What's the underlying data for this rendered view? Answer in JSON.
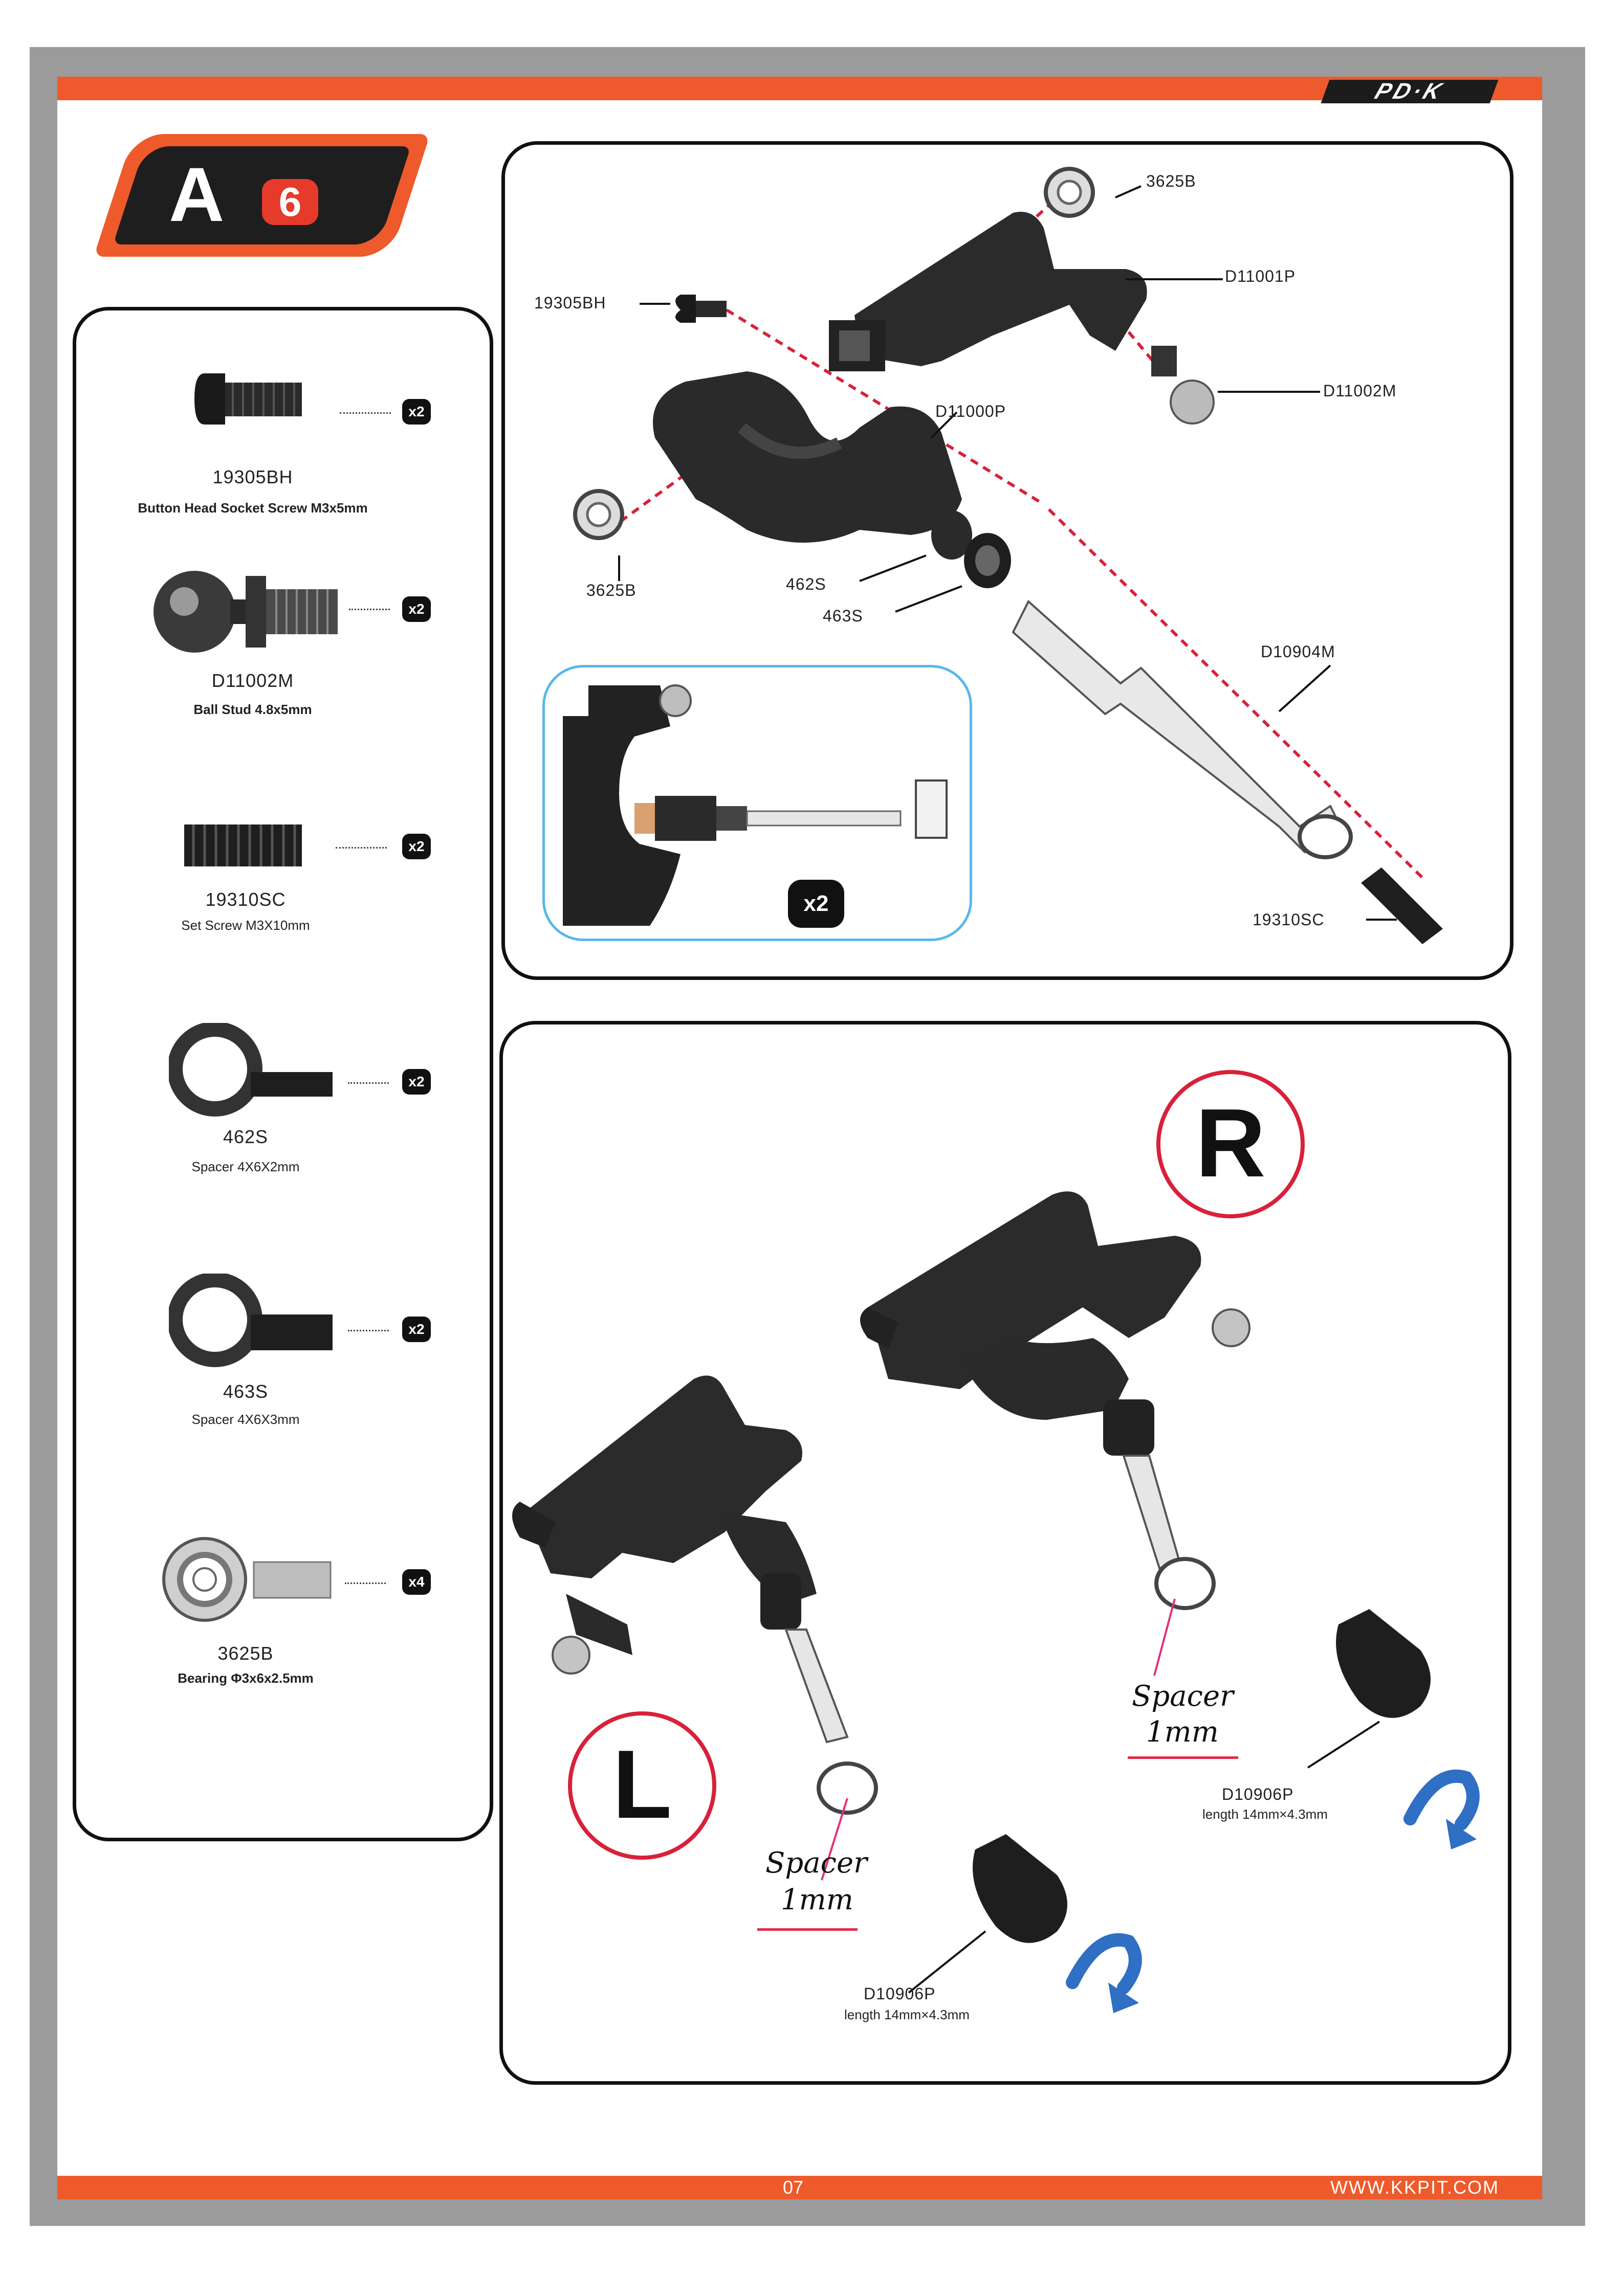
{
  "header": {
    "brand": "PD·K"
  },
  "footer": {
    "page_number": "07",
    "website": "WWW.KKPIT.COM"
  },
  "step": {
    "letter": "A",
    "number": "6"
  },
  "parts": [
    {
      "code": "19305BH",
      "desc": "Button Head Socket Screw M3x5mm",
      "qty": "x2"
    },
    {
      "code": "D11002M",
      "desc": "Ball Stud 4.8x5mm",
      "qty": "x2"
    },
    {
      "code": "19310SC",
      "desc": "Set Screw M3X10mm",
      "qty": "x2"
    },
    {
      "code": "462S",
      "desc": "Spacer 4X6X2mm",
      "qty": "x2"
    },
    {
      "code": "463S",
      "desc": "Spacer 4X6X3mm",
      "qty": "x2"
    },
    {
      "code": "3625B",
      "desc": "Bearing Φ3x6x2.5mm",
      "qty": "x4"
    }
  ],
  "exploded": {
    "labels": {
      "bearing_top": "3625B",
      "arm_upper": "D11001P",
      "screw": "19305BH",
      "ball_stud": "D11002M",
      "arm_lower": "D11000P",
      "bearing_left": "3625B",
      "spacer_a": "462S",
      "spacer_b": "463S",
      "pin": "D10904M",
      "set_screw": "19310SC"
    },
    "inset_qty": "x2"
  },
  "assembly": {
    "right_mark": "R",
    "left_mark": "L",
    "right_note": {
      "line1": "Spacer",
      "line2": "1mm"
    },
    "left_note": {
      "line1": "Spacer",
      "line2": "1mm"
    },
    "right_part": {
      "code": "D10906P",
      "desc": "length 14mm×4.3mm"
    },
    "left_part": {
      "code": "D10906P",
      "desc": "length 14mm×4.3mm"
    }
  },
  "colors": {
    "accent": "#ee5a2b",
    "red_mark": "#d8213a",
    "inset_border": "#58b8e8",
    "arrow_blue": "#2f6fc4"
  }
}
